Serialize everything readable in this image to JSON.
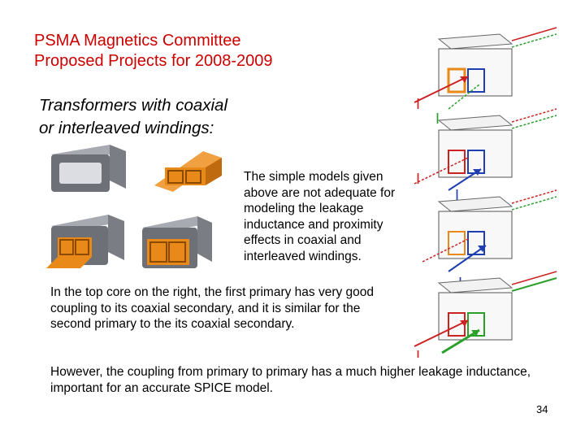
{
  "slide": {
    "title_line1": "PSMA Magnetics Committee",
    "title_line2": "Proposed Projects for 2008-2009",
    "subtitle_line1": "Transformers with coaxial",
    "subtitle_line2": "or interleaved windings:",
    "body_paragraph_1": "The simple models given above are not adequate for modeling the leakage inductance and proximity effects in coaxial and interleaved windings.",
    "body_paragraph_2": "In the top core on the right, the first primary has very good coupling to its coaxial secondary, and it is similar for the second primary to the its coaxial secondary.",
    "body_paragraph_3": "However, the coupling from primary to primary has a much higher leakage inductance, important for an accurate SPICE model.",
    "page_number": "34"
  },
  "diagram_labels": {
    "current_symbol": "I"
  },
  "colors": {
    "title": "#cc0000",
    "core_gray": "#6e7078",
    "winding_orange": "#e8891a",
    "primary_red": "#cc2222",
    "secondary_blue": "#1f3fb0",
    "secondary_green": "#2aa02a"
  }
}
